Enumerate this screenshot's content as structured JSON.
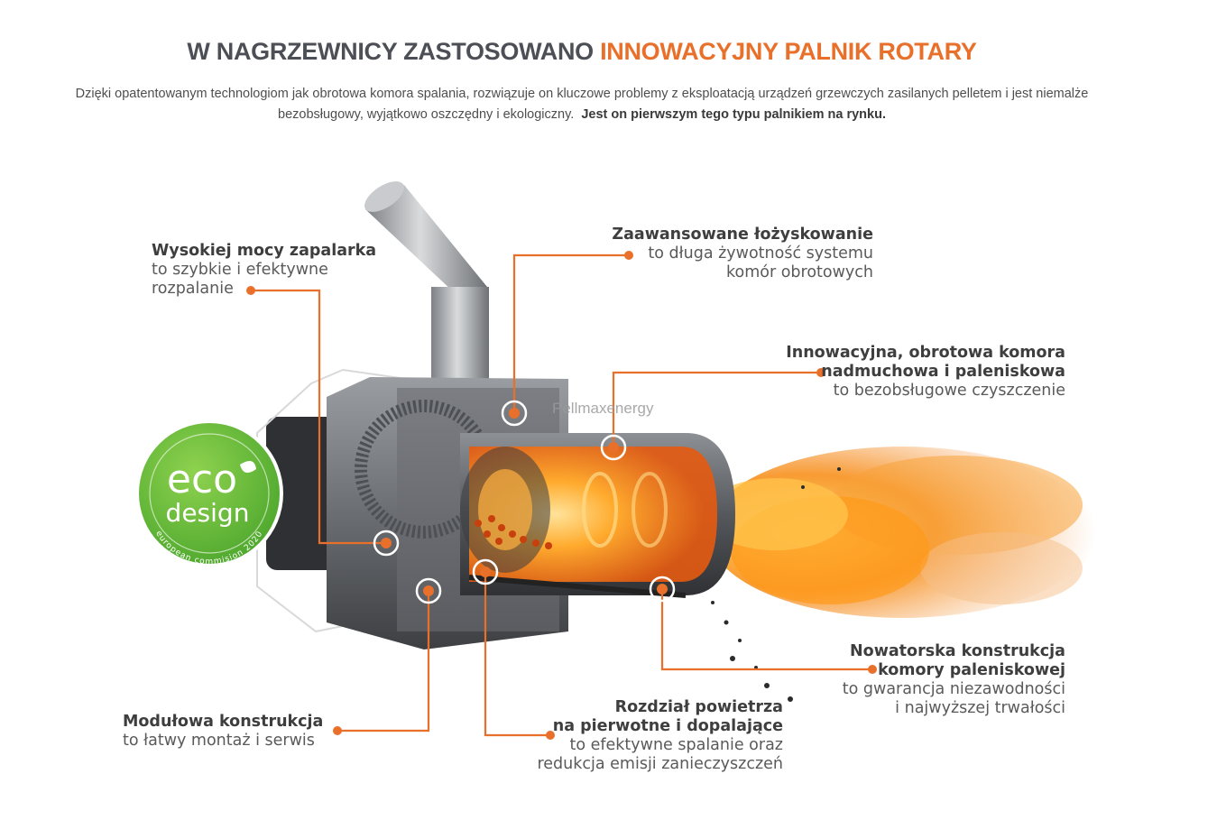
{
  "header": {
    "title_part1": "W NAGRZEWNICY ZASTOSOWANO",
    "title_part2": "INNOWACYJNY PALNIK ROTARY",
    "intro_line1": "Dzięki opatentowanym technologiom  jak obrotowa komora spalania, rozwiązuje on kluczowe problemy z eksploatacją urządzeń grzewczych zasilanych pelletem i jest niemalże",
    "intro_line2": "bezobsługowy, wyjątkowo oszczędny i ekologiczny.",
    "intro_bold": "Jest  on pierwszym tego typu palnikiem na rynku."
  },
  "badge": {
    "eco": "eco",
    "design": "design",
    "ring_text": "european commision 2020"
  },
  "watermark": "Pellmaxenergy",
  "features": {
    "igniter": {
      "heading": "Wysokiej mocy zapalarka",
      "line1": "to szybkie i efektywne",
      "line2": "rozpalanie"
    },
    "bearing": {
      "heading": "Zaawansowane łożyskowanie",
      "line1": "to długa żywotność systemu",
      "line2": "komór obrotowych"
    },
    "chamber": {
      "heading1": "Innowacyjna, obrotowa komora",
      "heading2": "nadmuchowa i paleniskowa",
      "line1": "to bezobsługowe czyszczenie"
    },
    "furnace": {
      "heading1": "Nowatorska konstrukcja",
      "heading2": "komory paleniskowej",
      "line1": "to gwarancja niezawodności",
      "line2": "i najwyższej trwałości"
    },
    "air": {
      "heading1": "Rozdział powietrza",
      "heading2": "na pierwotne i dopalające",
      "line1": "to efektywne spalanie oraz",
      "line2": "redukcja emisji zanieczyszczeń"
    },
    "modular": {
      "heading": "Modułowa konstrukcja",
      "line1": "to łatwy montaż i serwis"
    }
  },
  "colors": {
    "accent": "#e8702a",
    "title_grey": "#4c4f55",
    "eco_green": "#6cbf3c",
    "metal": "#8a8d91",
    "flame": "#f39a1e"
  }
}
